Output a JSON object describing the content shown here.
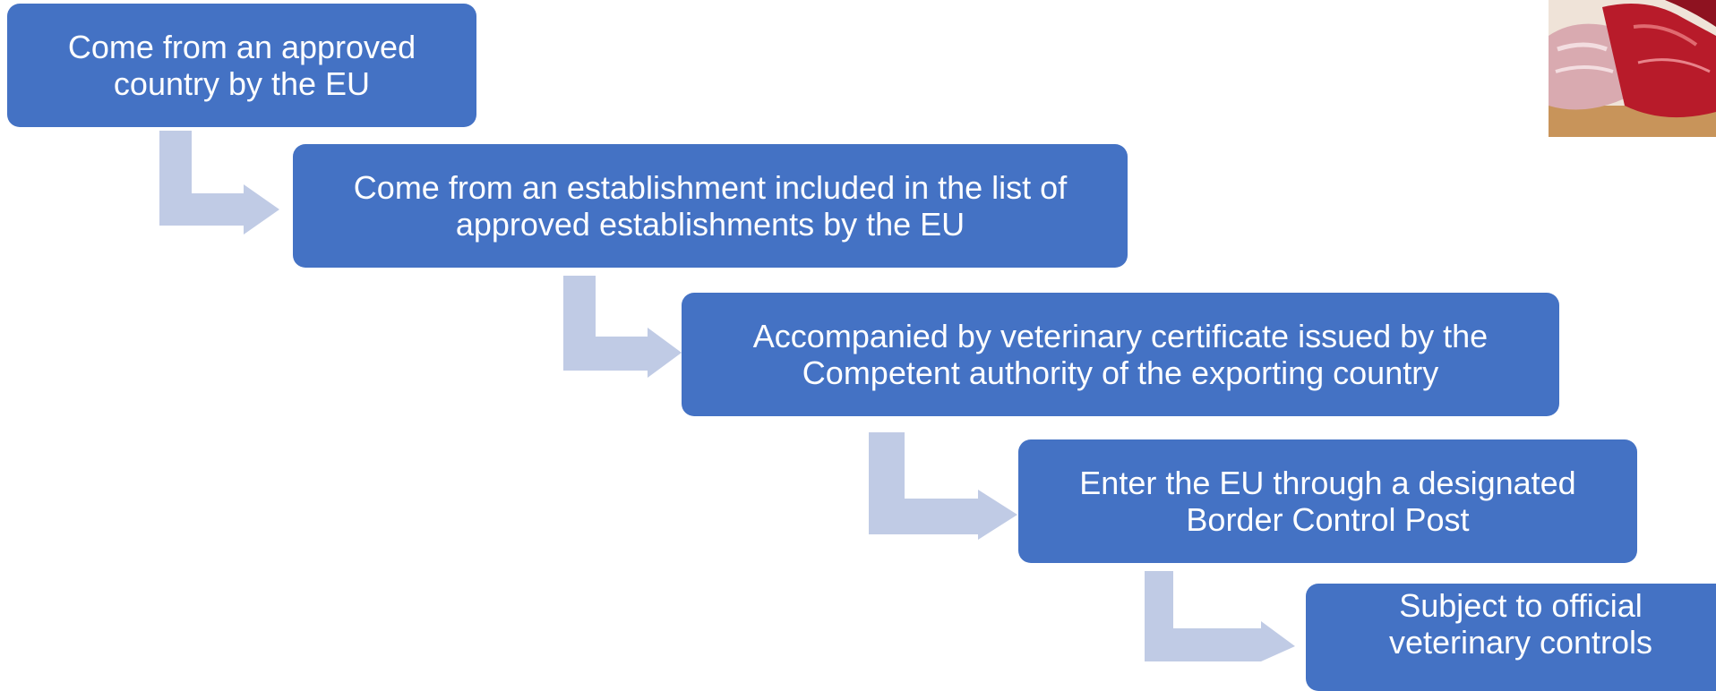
{
  "colors": {
    "box_fill": "#4472c4",
    "box_text": "#ffffff",
    "connector": "#c0cbe5",
    "background": "#ffffff"
  },
  "steps": [
    {
      "label": "Come from an approved country by the EU",
      "lines": [
        "Come from an approved",
        "country by the EU"
      ]
    },
    {
      "label": "Come from an establishment included in the list of approved establishments by the EU",
      "lines": [
        "Come from an establishment included in the list of",
        "approved establishments by the EU"
      ]
    },
    {
      "label": "Accompanied by veterinary certificate issued by the Competent authority of the exporting country",
      "lines": [
        "Accompanied by veterinary certificate issued by the",
        "Competent authority of the exporting country"
      ]
    },
    {
      "label": "Enter the EU through a designated Border Control Post",
      "lines": [
        "Enter the EU through a designated",
        "Border Control Post"
      ]
    },
    {
      "label": "Subject to official veterinary controls",
      "lines": [
        "Subject to official",
        "veterinary controls"
      ]
    }
  ],
  "image": {
    "subject": "raw meat cuts photo"
  }
}
